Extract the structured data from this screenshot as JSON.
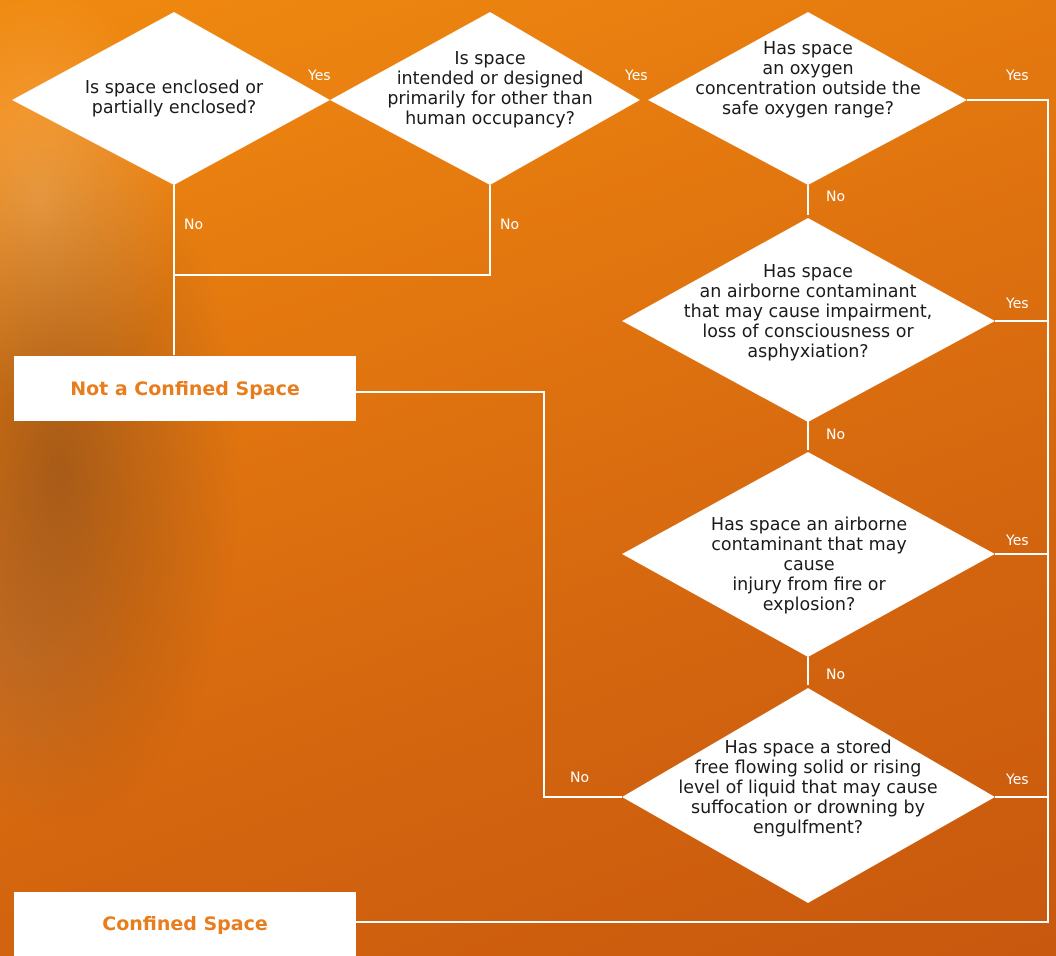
{
  "questions": {
    "enclosed": "Is space enclosed or\npartially enclosed?",
    "intended": "Is space\nintended or designed\nprimarily for other than\nhuman occupancy?",
    "oxygen": "Has space\nan oxygen\nconcentration outside the\nsafe oxygen range?",
    "contaminant_impair": "Has space\nan airborne contaminant\nthat may cause impairment,\nloss of consciousness or\nasphyxiation?",
    "contaminant_fire": "Has space an airborne\ncontaminant that may cause\ninjury from fire or explosion?",
    "engulfment": "Has space a stored\nfree flowing solid or rising\nlevel of liquid that may cause\nsuffocation or drowning by\nengulfment?"
  },
  "labels": {
    "yes": "Yes",
    "no": "No"
  },
  "outcomes": {
    "not_confined": "Not a Confined Space",
    "confined": "Confined Space"
  },
  "colors": {
    "background": "#e2760f",
    "line": "#ffffff",
    "diamond": "#ffffff",
    "outcome_text": "#e87d1e"
  }
}
